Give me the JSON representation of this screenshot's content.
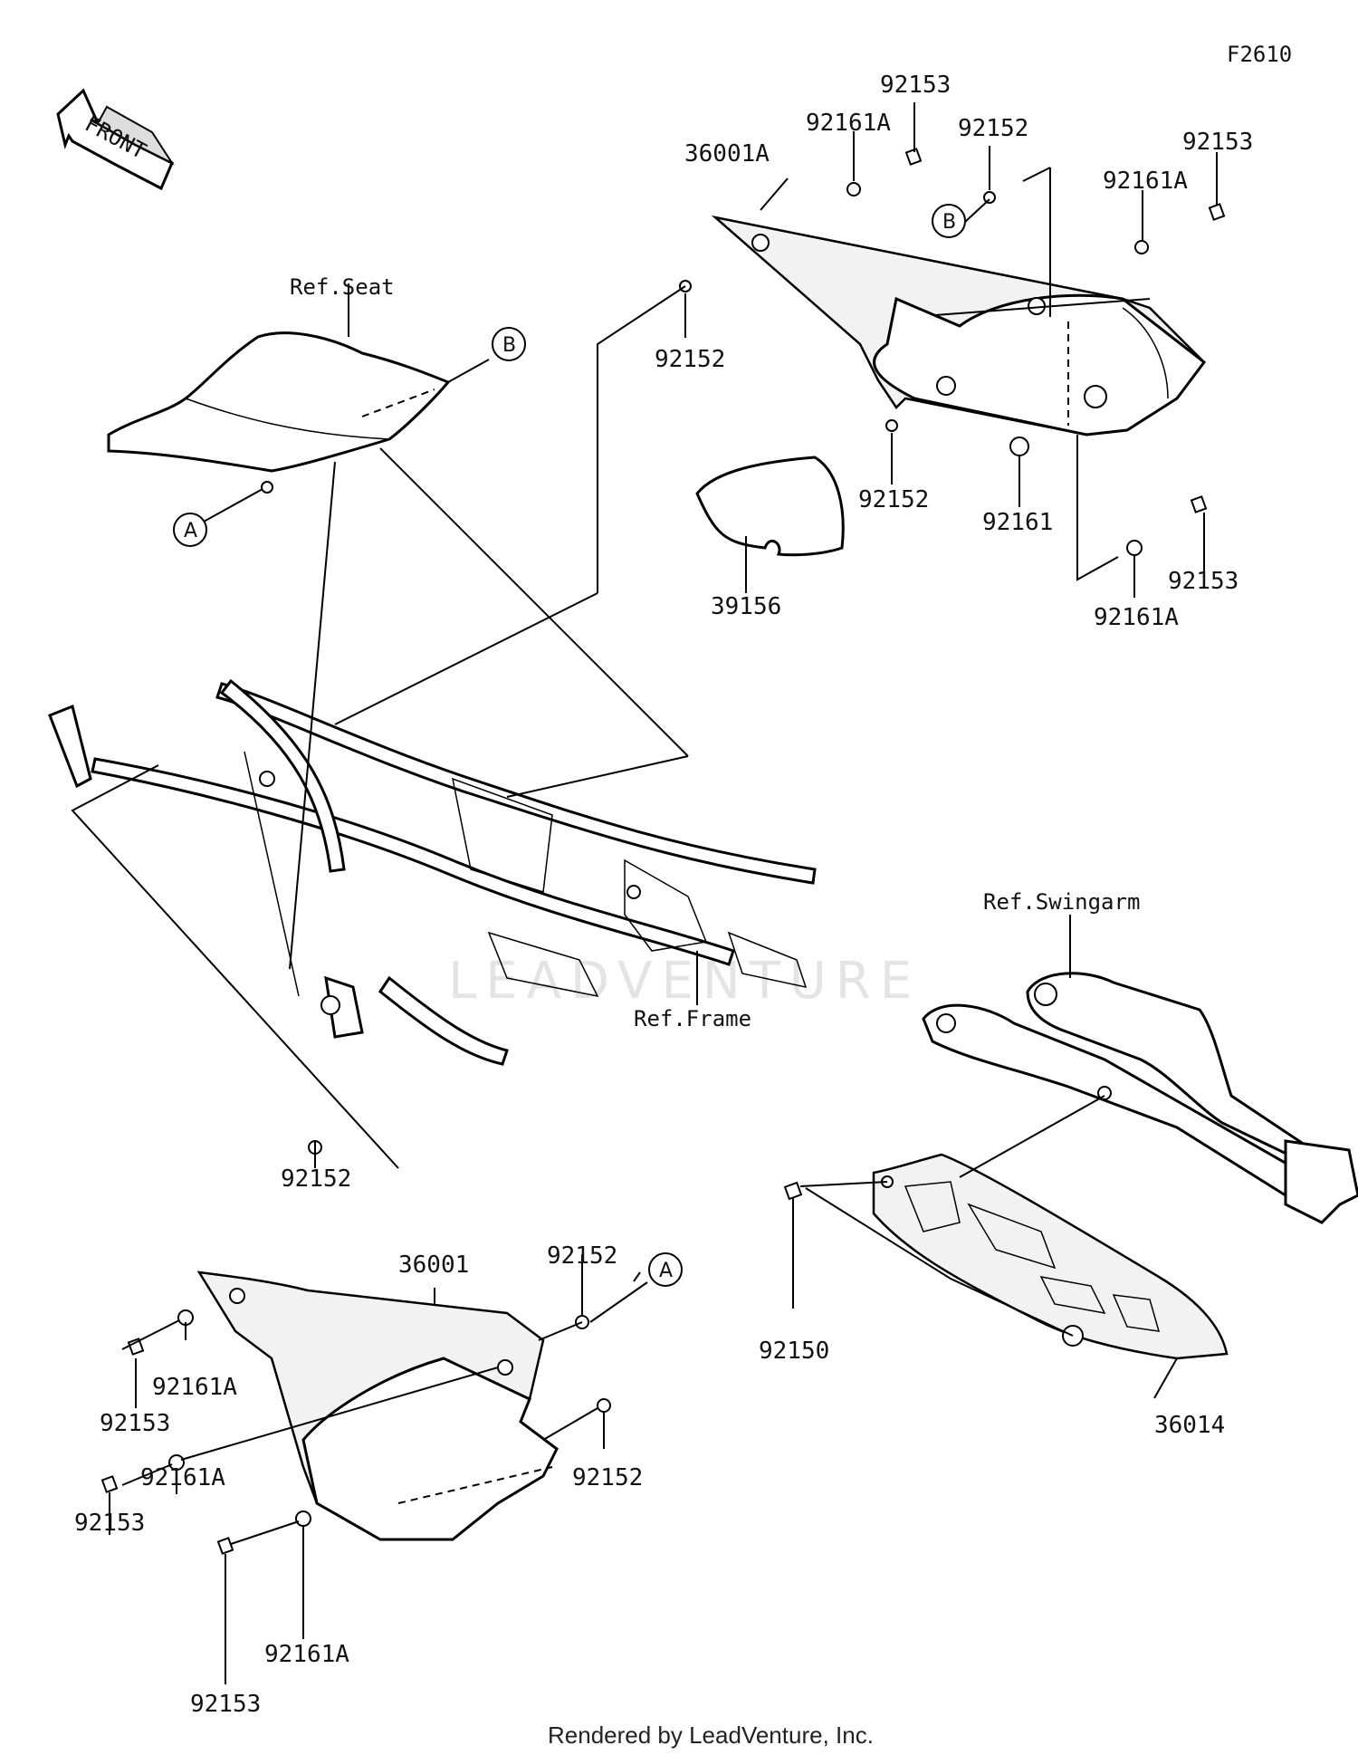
{
  "diagram_code": "F2610",
  "front_arrow_text": "FRONT",
  "references": {
    "seat": "Ref.Seat",
    "frame": "Ref.Frame",
    "swingarm": "Ref.Swingarm"
  },
  "callout_letters": [
    "A",
    "B"
  ],
  "part_numbers": [
    "92153",
    "92161A",
    "92152",
    "36001A",
    "92153",
    "92161A",
    "92152",
    "92152",
    "92161",
    "39156",
    "92153",
    "92161A",
    "92152",
    "36001",
    "92152",
    "92161A",
    "92153",
    "92152",
    "92161A",
    "92153",
    "92153",
    "92161A",
    "92150",
    "36014"
  ],
  "watermark": "LEADVENTURE",
  "footer": "Rendered by LeadVenture, Inc."
}
